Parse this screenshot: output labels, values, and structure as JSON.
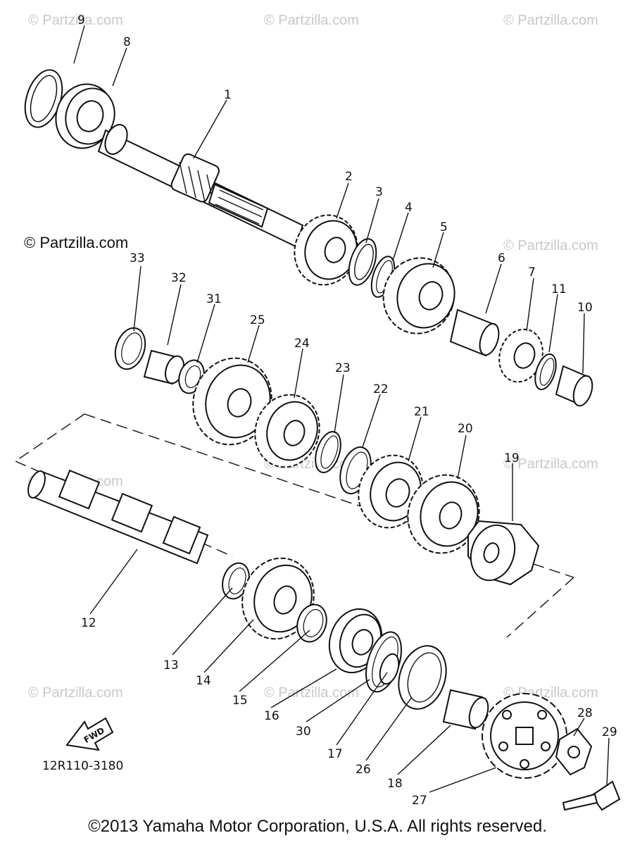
{
  "diagram": {
    "code": "12R110-3180",
    "fwd_label": "FWD",
    "copyright": "©2013 Yamaha Motor Corporation, U.S.A. All rights reserved.",
    "watermark": "© Partzilla.com",
    "watermark_dark": "© Partzilla.com",
    "callouts": {
      "c1": "1",
      "c2": "2",
      "c3": "3",
      "c4": "4",
      "c5": "5",
      "c6": "6",
      "c7": "7",
      "c8": "8",
      "c9": "9",
      "c10": "10",
      "c11": "11",
      "c12": "12",
      "c13": "13",
      "c14": "14",
      "c15": "15",
      "c16": "16",
      "c17": "17",
      "c18": "18",
      "c19": "19",
      "c20": "20",
      "c21": "21",
      "c22": "22",
      "c23": "23",
      "c24": "24",
      "c25": "25",
      "c26": "26",
      "c27": "27",
      "c28": "28",
      "c29": "29",
      "c30": "30",
      "c31": "31",
      "c32": "32",
      "c33": "33"
    }
  }
}
